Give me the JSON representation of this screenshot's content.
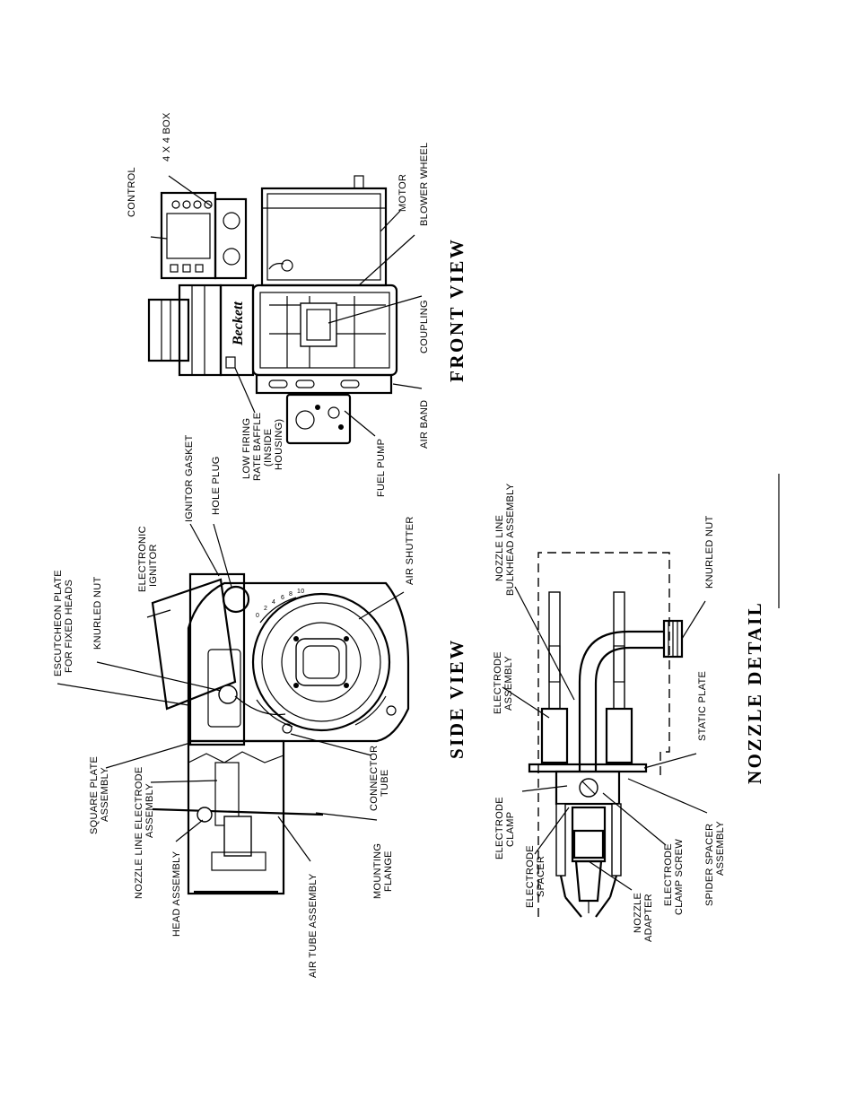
{
  "views": {
    "front": {
      "title": "FRONT VIEW",
      "logo": "Beckett"
    },
    "side": {
      "title": "SIDE VIEW"
    },
    "nozzle": {
      "title": "NOZZLE DETAIL"
    }
  },
  "labels": {
    "box_4x4": "4 X 4 BOX",
    "control": "CONTROL",
    "motor": "MOTOR",
    "blower_wheel": "BLOWER WHEEL",
    "coupling": "COUPLING",
    "air_band": "AIR BAND",
    "fuel_pump": "FUEL PUMP",
    "low_firing_1": "LOW FIRING",
    "low_firing_2": "RATE BAFFLE",
    "low_firing_3": "(INSIDE",
    "low_firing_4": "HOUSING)",
    "hole_plug": "HOLE PLUG",
    "ignitor_gasket": "IGNITOR GASKET",
    "electronic_ignitor_1": "ELECTRONIC",
    "electronic_ignitor_2": "IGNITOR",
    "knurled_nut_side": "KNURLED NUT",
    "escutcheon_1": "ESCUTCHEON PLATE",
    "escutcheon_2": "FOR FIXED HEADS",
    "air_shutter": "AIR SHUTTER",
    "square_plate_1": "SQUARE PLATE",
    "square_plate_2": "ASSEMBLY",
    "nozzle_line_electrode_1": "NOZZLE LINE ELECTRODE",
    "nozzle_line_electrode_2": "ASSEMBLY",
    "head_assembly": "HEAD ASSEMBLY",
    "air_tube_assembly": "AIR TUBE ASSEMBLY",
    "mounting_flange_1": "MOUNTING",
    "mounting_flange_2": "FLANGE",
    "connector_tube_1": "CONNECTOR",
    "connector_tube_2": "TUBE",
    "nozzle_line_bulkhead_1": "NOZZLE LINE",
    "nozzle_line_bulkhead_2": "BULKHEAD ASSEMBLY",
    "knurled_nut_nozzle": "KNURLED NUT",
    "electrode_assembly_1": "ELECTRODE",
    "electrode_assembly_2": "ASSEMBLY",
    "static_plate": "STATIC PLATE",
    "electrode_clamp_1": "ELECTRODE",
    "electrode_clamp_2": "CLAMP",
    "electrode_spacer_1": "ELECTRODE",
    "electrode_spacer_2": "SPACER",
    "nozzle_adapter_1": "NOZZLE",
    "nozzle_adapter_2": "ADAPTER",
    "electrode_clamp_screw_1": "ELECTRODE",
    "electrode_clamp_screw_2": "CLAMP SCREW",
    "spider_spacer_1": "SPIDER SPACER",
    "spider_spacer_2": "ASSEMBLY"
  },
  "shutter_scale": [
    "0",
    "2",
    "4",
    "6",
    "8",
    "10"
  ]
}
